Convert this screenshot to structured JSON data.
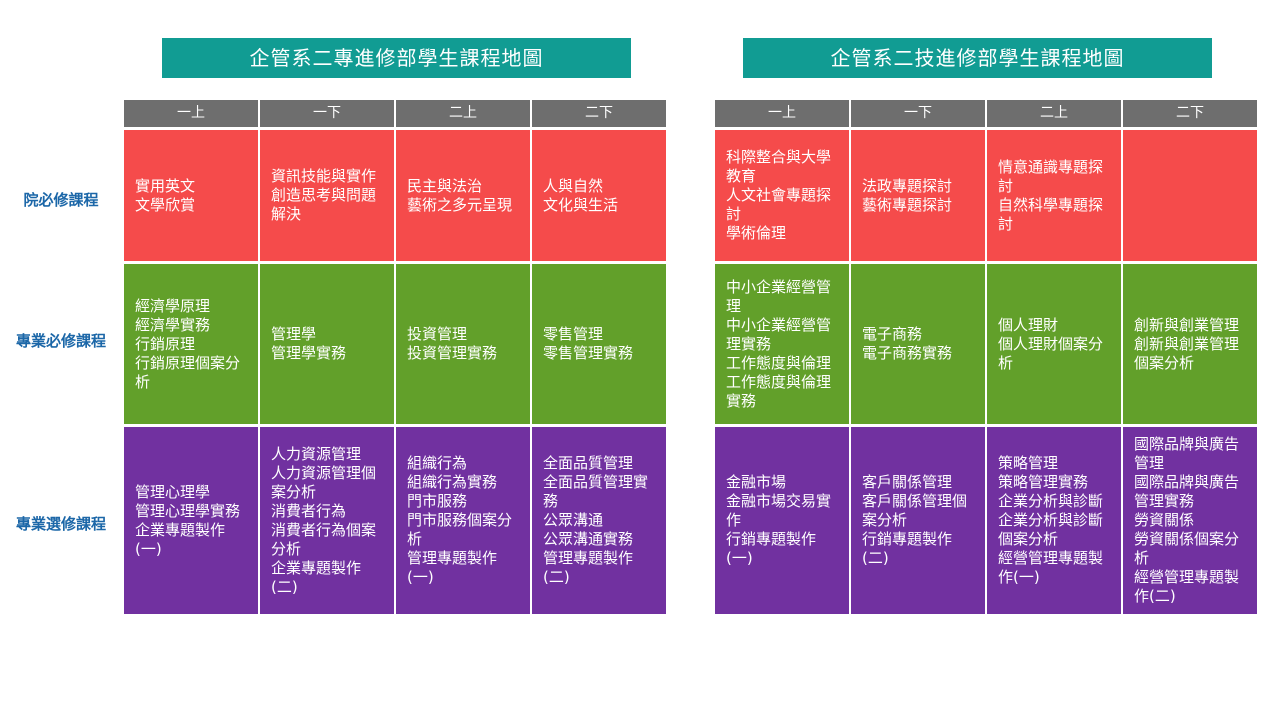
{
  "titles": {
    "left": "企管系二專進修部學生課程地圖",
    "right": "企管系二技進修部學生課程地圖"
  },
  "row_labels": [
    "院必修課程",
    "專業必修課程",
    "專業選修課程"
  ],
  "colors": {
    "title_bg": "#119c93",
    "header_bg": "#6e6e6e",
    "college_required": "#f54b4b",
    "major_required": "#62a02a",
    "major_elective": "#7131a0",
    "row_label_text": "#1c67a8"
  },
  "maps": [
    {
      "headers": [
        "一上",
        "一下",
        "二上",
        "二下"
      ],
      "rows": [
        {
          "category": "college_required",
          "cells": [
            "實用英文\n文學欣賞",
            "資訊技能與實作\n創造思考與問題解決",
            "民主與法治\n藝術之多元呈現",
            "人與自然\n文化與生活"
          ]
        },
        {
          "category": "major_required",
          "cells": [
            "經濟學原理\n經濟學實務\n行銷原理\n行銷原理個案分析",
            "管理學\n管理學實務",
            "投資管理\n投資管理實務",
            "零售管理\n零售管理實務"
          ]
        },
        {
          "category": "major_elective",
          "cells": [
            "管理心理學\n管理心理學實務\n企業專題製作\n(一)",
            "人力資源管理\n人力資源管理個案分析\n消費者行為\n消費者行為個案分析\n企業專題製作\n(二)",
            "組織行為\n組織行為實務\n門市服務\n門市服務個案分析\n管理專題製作\n(一)",
            "全面品質管理\n全面品質管理實務\n公眾溝通\n公眾溝通實務\n管理專題製作\n(二)"
          ]
        }
      ]
    },
    {
      "headers": [
        "一上",
        "一下",
        "二上",
        "二下"
      ],
      "rows": [
        {
          "category": "college_required",
          "cells": [
            "科際整合與大學教育\n人文社會專題探討\n學術倫理",
            "法政專題探討\n藝術專題探討",
            "情意通識專題探討\n自然科學專題探討",
            ""
          ]
        },
        {
          "category": "major_required",
          "cells": [
            "中小企業經營管理\n中小企業經營管理實務\n工作態度與倫理\n工作態度與倫理實務",
            "電子商務\n電子商務實務",
            "個人理財\n個人理財個案分析",
            "創新與創業管理\n創新與創業管理個案分析"
          ]
        },
        {
          "category": "major_elective",
          "cells": [
            "金融市場\n金融市場交易實作\n行銷專題製作\n(一)",
            "客戶關係管理\n客戶關係管理個案分析\n行銷專題製作\n(二)",
            "策略管理\n策略管理實務\n企業分析與診斷\n企業分析與診斷個案分析\n經營管理專題製作(一)",
            "國際品牌與廣告管理\n國際品牌與廣告管理實務\n勞資關係\n勞資關係個案分析\n經營管理專題製作(二)"
          ]
        }
      ]
    }
  ]
}
